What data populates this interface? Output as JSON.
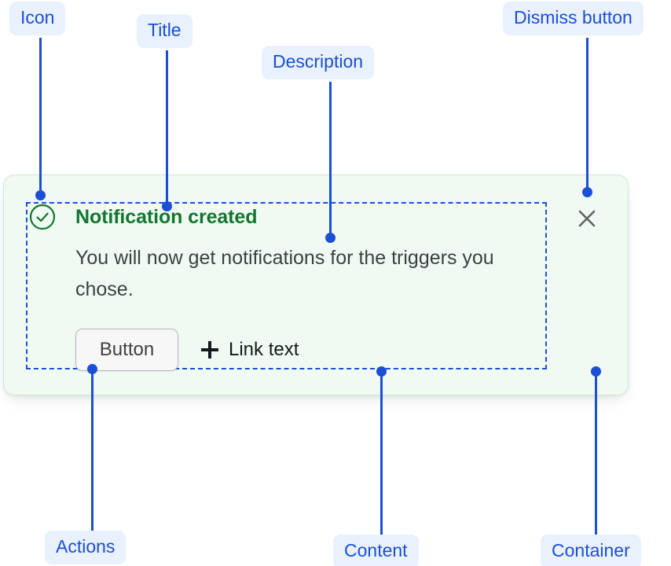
{
  "annotations": [
    {
      "id": "icon",
      "label": "Icon"
    },
    {
      "id": "title",
      "label": "Title"
    },
    {
      "id": "description",
      "label": "Description"
    },
    {
      "id": "dismiss",
      "label": "Dismiss button"
    },
    {
      "id": "actions",
      "label": "Actions"
    },
    {
      "id": "content",
      "label": "Content"
    },
    {
      "id": "container",
      "label": "Container"
    }
  ],
  "notification": {
    "status": "success",
    "icon_name": "check-circle-icon",
    "title": "Notification created",
    "description": "You will now get notifications for the triggers you chose.",
    "actions": {
      "button_label": "Button",
      "link_label": "Link text",
      "link_icon": "plus-icon"
    },
    "dismiss_icon": "close-icon"
  },
  "colors": {
    "annotation_blue": "#1a4fd6",
    "annotation_pill_bg": "#e9f1fd",
    "success_green": "#12762f",
    "container_bg": "#f1faf2",
    "container_border": "#cfe9d6",
    "body_text": "#3c4043",
    "button_bg": "#f7f7f7",
    "button_border": "#b5b7ba",
    "dismiss_gray": "#5f6368"
  }
}
